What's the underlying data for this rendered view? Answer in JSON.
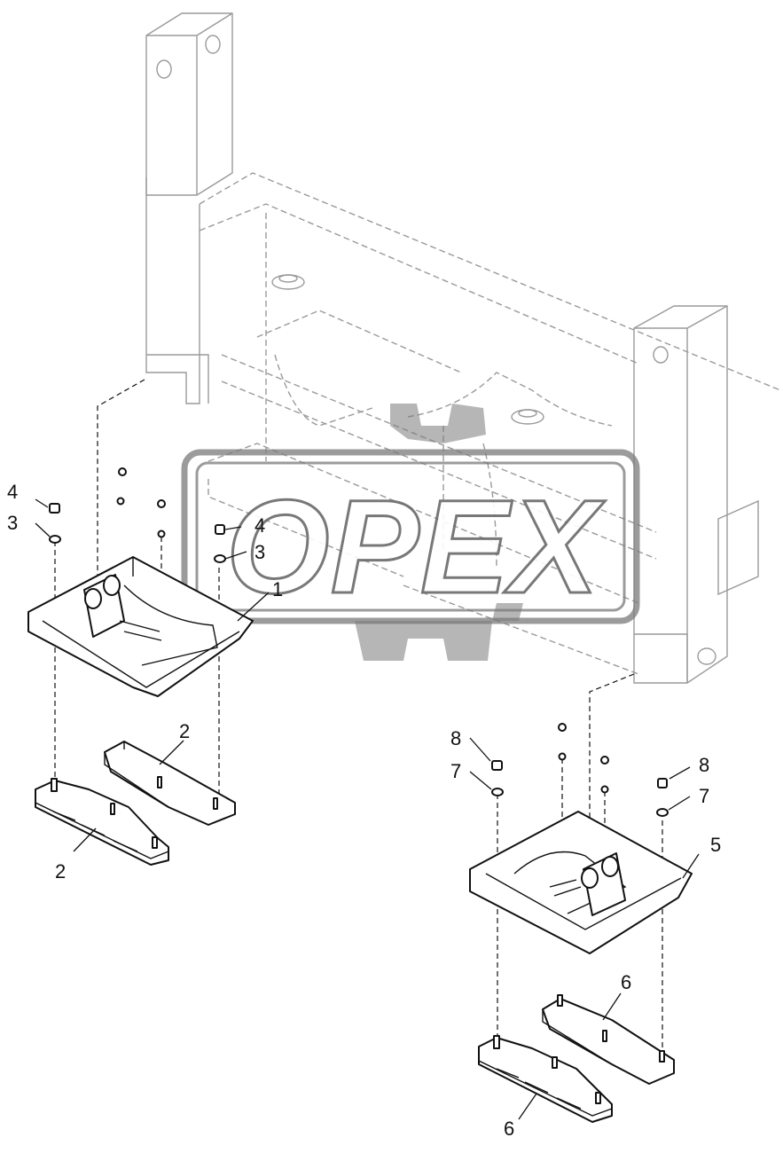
{
  "watermark": {
    "text": "OPEX"
  },
  "callouts": [
    {
      "id": "c1",
      "text": "1"
    },
    {
      "id": "c2a",
      "text": "2"
    },
    {
      "id": "c2b",
      "text": "2"
    },
    {
      "id": "c3a",
      "text": "3"
    },
    {
      "id": "c3b",
      "text": "3"
    },
    {
      "id": "c4a",
      "text": "4"
    },
    {
      "id": "c4b",
      "text": "4"
    },
    {
      "id": "c5",
      "text": "5"
    },
    {
      "id": "c6a",
      "text": "6"
    },
    {
      "id": "c6b",
      "text": "6"
    },
    {
      "id": "c7a",
      "text": "7"
    },
    {
      "id": "c7b",
      "text": "7"
    },
    {
      "id": "c8a",
      "text": "8"
    },
    {
      "id": "c8b",
      "text": "8"
    }
  ],
  "colors": {
    "line": "#111111",
    "frame": "#9a9a9a",
    "watermark": "#7a7a7a"
  }
}
